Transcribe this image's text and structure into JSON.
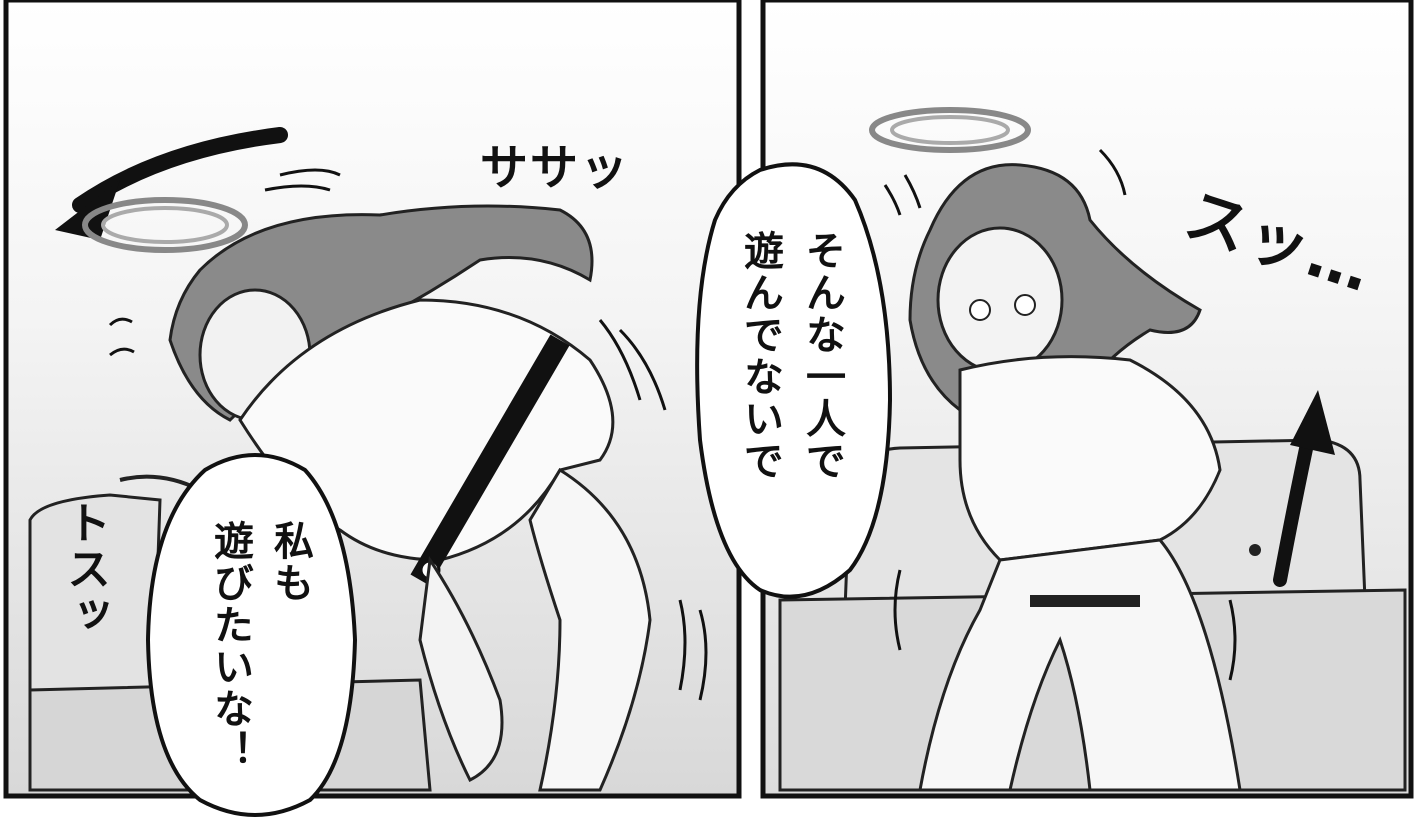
{
  "panels": [
    {
      "id": "left",
      "sfx_top": "ササッ",
      "sfx_left": "トスッ",
      "speech": [
        "私も",
        "遊びたいな！"
      ]
    },
    {
      "id": "right",
      "sfx_top": "スッ…",
      "speech_center": [
        "そんな一人で",
        "遊んでないで"
      ]
    }
  ],
  "colors": {
    "ink": "#111111",
    "paper": "#ffffff",
    "tone": "#cfcfcf",
    "hair": "#8a8a8a"
  }
}
